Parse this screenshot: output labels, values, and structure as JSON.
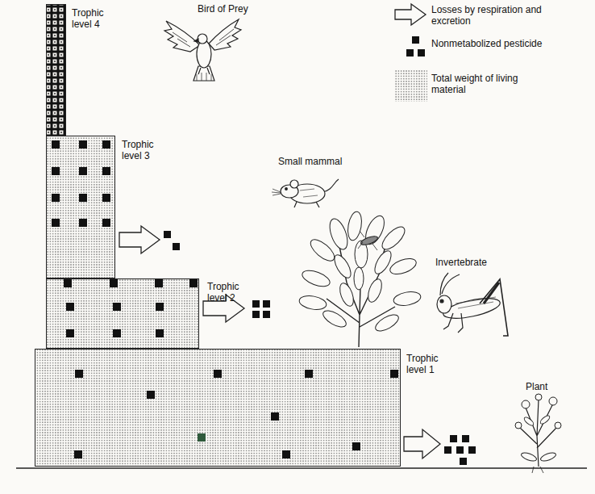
{
  "diagram": {
    "nodes": [
      {
        "text": [
          "Trophic level 4"
        ]
      },
      {
        "text": [
          "Trophic level 3"
        ]
      },
      {
        "text": [
          "Trophic level 2"
        ]
      },
      {
        "text": [
          "Trophic level 1"
        ]
      }
    ],
    "labels": [
      "Bird of Prey",
      "Small mammal",
      "Invertebrate",
      "Plant"
    ],
    "legend": [
      {
        "text": "Losses by respiration and excretion"
      },
      {
        "text": "Nonmetabolized pesticide"
      },
      {
        "text": "Total weight of living material"
      }
    ]
  }
}
